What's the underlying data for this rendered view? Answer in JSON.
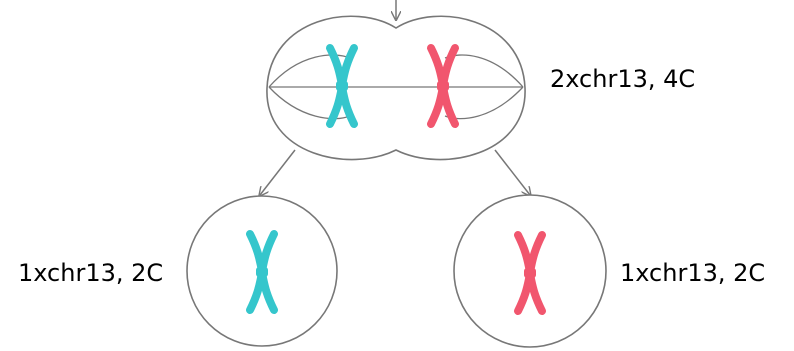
{
  "labels": {
    "dividing_cell": "2xchr13, 4C",
    "left_daughter": "1xchr13, 2C",
    "right_daughter": "1xchr13, 2C"
  },
  "colors": {
    "chromosome_left": "#35c6cc",
    "chromosome_right": "#f1566e",
    "outline": "#777777",
    "arrow": "#777777"
  }
}
